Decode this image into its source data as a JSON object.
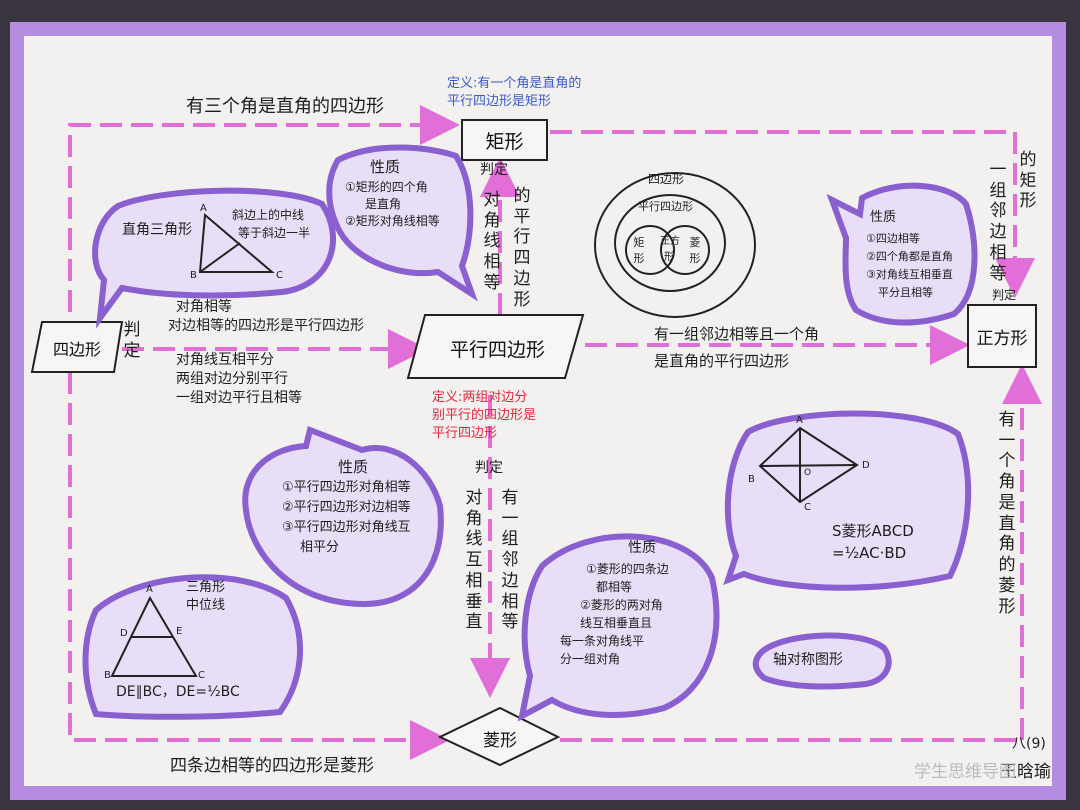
{
  "nodes": {
    "quad": "四边形",
    "parallelogram": "平行四边形",
    "rectangle": "矩形",
    "rhombus": "菱形",
    "square": "正方形"
  },
  "edges": {
    "quad_to_rect": "有三个角是直角的四边形",
    "quad_to_rhombus": "四条边相等的四边形是菱形",
    "quad_to_para_label": "判定",
    "quad_to_para_lines": [
      "对角相等",
      "对边相等的四边形是平行四边形",
      "对角线互相平分",
      "两组对边分别平行",
      "一组对边平行且相等"
    ],
    "para_to_rect_label": "判定",
    "para_to_rect_a": "对角线相等",
    "para_to_rect_b": "的平行四边形",
    "para_to_rhombus_label": "判定",
    "para_to_rhombus_a": "对角线互相垂直",
    "para_to_rhombus_b": "有一组邻边相等",
    "para_to_square": [
      "有一组邻边相等且一个角",
      "是直角的平行四边形"
    ],
    "rect_to_square_a": "一组邻边相等",
    "rect_to_square_b": "的矩形",
    "rect_to_square_label": "判定",
    "rhombus_to_square": "有一个角是直角的菱形"
  },
  "definitions": {
    "rectangle": [
      "定义:有一个角是直角的",
      "平行四边形是矩形"
    ],
    "parallelogram": [
      "定义:两组对边分",
      "别平行的四边形是",
      "平行四边形"
    ]
  },
  "bubbles": {
    "right_triangle": {
      "title": "直角三角形",
      "note": [
        "斜边上的中线",
        "等于斜边一半"
      ],
      "letters": [
        "A",
        "B",
        "C"
      ]
    },
    "rect_props": {
      "title": "性质",
      "items": [
        "①矩形的四个角",
        "是直角",
        "②矩形对角线相等"
      ]
    },
    "square_props": {
      "title": "性质",
      "items": [
        "①四边相等",
        "②四个角都是直角",
        "③对角线互相垂直",
        "平分且相等"
      ]
    },
    "para_props": {
      "title": "性质",
      "items": [
        "①平行四边形对角相等",
        "②平行四边形对边相等",
        "③平行四边形对角线互",
        "相平分"
      ]
    },
    "rhombus_props": {
      "title": "性质",
      "items": [
        "①菱形的四条边",
        "都相等",
        "②菱形的两对角",
        "线互相垂直且",
        "每一条对角线平",
        "分一组对角"
      ]
    },
    "midline": {
      "title": [
        "三角形",
        "中位线"
      ],
      "formula": "DE∥BC，DE=½BC",
      "letters": [
        "A",
        "D",
        "E",
        "B",
        "C"
      ]
    },
    "rhombus_area": {
      "formula": [
        "S菱形ABCD",
        "=½AC·BD"
      ],
      "letters": [
        "A",
        "B",
        "C",
        "D",
        "O"
      ]
    },
    "axis_symmetry": "轴对称图形"
  },
  "venn": {
    "outer": "四边形",
    "middle": "平行四边形",
    "left": [
      "矩",
      "形"
    ],
    "center": [
      "正方",
      "形"
    ],
    "right": [
      "菱",
      "形"
    ]
  },
  "signature": {
    "class": "八(9)",
    "name": "王晗瑜"
  },
  "watermark": "学生思维导图",
  "colors": {
    "border": "#b68ce0",
    "arrow": "#e26ed8",
    "bubble_outline": "#8a5fd0",
    "bubble_fill": "#e8def7",
    "definition_blue": "#3a5bd0",
    "definition_red": "#e0283a"
  }
}
